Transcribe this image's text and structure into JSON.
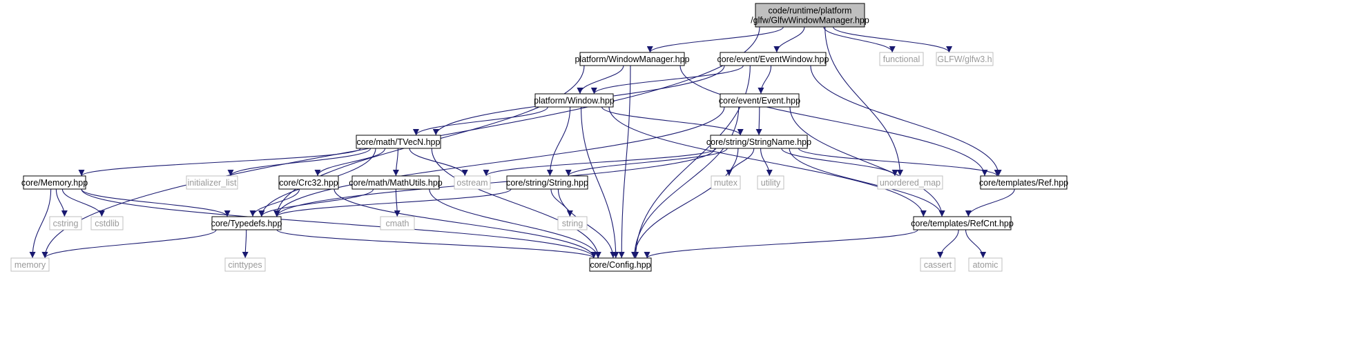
{
  "colors": {
    "edge": "#191970",
    "root_fill": "#bfbfbf",
    "node_border": "#000000",
    "system_border": "#bfbfbf",
    "system_text": "#999999"
  },
  "nodes": [
    {
      "id": "root",
      "lines": [
        "code/runtime/platform",
        "/glfw/GlfwWindowManager.hpp"
      ],
      "kind": "root"
    },
    {
      "id": "wm",
      "lines": [
        "platform/WindowManager.hpp"
      ],
      "kind": "header"
    },
    {
      "id": "ew",
      "lines": [
        "core/event/EventWindow.hpp"
      ],
      "kind": "header"
    },
    {
      "id": "functional",
      "lines": [
        "functional"
      ],
      "kind": "system"
    },
    {
      "id": "glfw3",
      "lines": [
        "GLFW/glfw3.h"
      ],
      "kind": "system"
    },
    {
      "id": "window",
      "lines": [
        "platform/Window.hpp"
      ],
      "kind": "header"
    },
    {
      "id": "event",
      "lines": [
        "core/event/Event.hpp"
      ],
      "kind": "header"
    },
    {
      "id": "tvecn",
      "lines": [
        "core/math/TVecN.hpp"
      ],
      "kind": "header"
    },
    {
      "id": "stringname",
      "lines": [
        "core/string/StringName.hpp"
      ],
      "kind": "header"
    },
    {
      "id": "memoryhpp",
      "lines": [
        "core/Memory.hpp"
      ],
      "kind": "header"
    },
    {
      "id": "initlist",
      "lines": [
        "initializer_list"
      ],
      "kind": "system"
    },
    {
      "id": "crc32",
      "lines": [
        "core/Crc32.hpp"
      ],
      "kind": "header"
    },
    {
      "id": "mathutils",
      "lines": [
        "core/math/MathUtils.hpp"
      ],
      "kind": "header"
    },
    {
      "id": "ostream",
      "lines": [
        "ostream"
      ],
      "kind": "system"
    },
    {
      "id": "string_hpp",
      "lines": [
        "core/string/String.hpp"
      ],
      "kind": "header"
    },
    {
      "id": "mutex",
      "lines": [
        "mutex"
      ],
      "kind": "system"
    },
    {
      "id": "utility",
      "lines": [
        "utility"
      ],
      "kind": "system"
    },
    {
      "id": "unordered_map",
      "lines": [
        "unordered_map"
      ],
      "kind": "system"
    },
    {
      "id": "ref",
      "lines": [
        "core/templates/Ref.hpp"
      ],
      "kind": "header"
    },
    {
      "id": "cstring",
      "lines": [
        "cstring"
      ],
      "kind": "system"
    },
    {
      "id": "cstdlib",
      "lines": [
        "cstdlib"
      ],
      "kind": "system"
    },
    {
      "id": "typedefs",
      "lines": [
        "core/Typedefs.hpp"
      ],
      "kind": "header"
    },
    {
      "id": "cmath",
      "lines": [
        "cmath"
      ],
      "kind": "system"
    },
    {
      "id": "string_std",
      "lines": [
        "string"
      ],
      "kind": "system"
    },
    {
      "id": "refcnt",
      "lines": [
        "core/templates/RefCnt.hpp"
      ],
      "kind": "header"
    },
    {
      "id": "memory_std",
      "lines": [
        "memory"
      ],
      "kind": "system"
    },
    {
      "id": "cinttypes",
      "lines": [
        "cinttypes"
      ],
      "kind": "system"
    },
    {
      "id": "config",
      "lines": [
        "core/Config.hpp"
      ],
      "kind": "header"
    },
    {
      "id": "cassert",
      "lines": [
        "cassert"
      ],
      "kind": "system"
    },
    {
      "id": "atomic",
      "lines": [
        "atomic"
      ],
      "kind": "system"
    }
  ],
  "edges": [
    [
      "root",
      "memory_std"
    ],
    [
      "root",
      "wm"
    ],
    [
      "root",
      "ew"
    ],
    [
      "root",
      "unordered_map"
    ],
    [
      "root",
      "functional"
    ],
    [
      "root",
      "glfw3"
    ],
    [
      "wm",
      "typedefs"
    ],
    [
      "wm",
      "window"
    ],
    [
      "wm",
      "config"
    ],
    [
      "wm",
      "ref"
    ],
    [
      "ew",
      "window"
    ],
    [
      "ew",
      "event"
    ],
    [
      "ew",
      "tvecn"
    ],
    [
      "ew",
      "ref"
    ],
    [
      "ew",
      "config"
    ],
    [
      "window",
      "tvecn"
    ],
    [
      "window",
      "stringname"
    ],
    [
      "window",
      "string_hpp"
    ],
    [
      "window",
      "config"
    ],
    [
      "window",
      "refcnt"
    ],
    [
      "event",
      "typedefs"
    ],
    [
      "event",
      "stringname"
    ],
    [
      "event",
      "config"
    ],
    [
      "event",
      "refcnt"
    ],
    [
      "tvecn",
      "memoryhpp"
    ],
    [
      "tvecn",
      "typedefs"
    ],
    [
      "tvecn",
      "initlist"
    ],
    [
      "tvecn",
      "crc32"
    ],
    [
      "tvecn",
      "mathutils"
    ],
    [
      "tvecn",
      "ostream"
    ],
    [
      "tvecn",
      "config"
    ],
    [
      "stringname",
      "typedefs"
    ],
    [
      "stringname",
      "ostream"
    ],
    [
      "stringname",
      "string_hpp"
    ],
    [
      "stringname",
      "mutex"
    ],
    [
      "stringname",
      "utility"
    ],
    [
      "stringname",
      "unordered_map"
    ],
    [
      "stringname",
      "ref"
    ],
    [
      "stringname",
      "refcnt"
    ],
    [
      "stringname",
      "config"
    ],
    [
      "memoryhpp",
      "cstring"
    ],
    [
      "memoryhpp",
      "cstdlib"
    ],
    [
      "memoryhpp",
      "memory_std"
    ],
    [
      "memoryhpp",
      "typedefs"
    ],
    [
      "memoryhpp",
      "config"
    ],
    [
      "crc32",
      "typedefs"
    ],
    [
      "crc32",
      "config"
    ],
    [
      "mathutils",
      "cmath"
    ],
    [
      "mathutils",
      "typedefs"
    ],
    [
      "mathutils",
      "config"
    ],
    [
      "string_hpp",
      "string_std"
    ],
    [
      "string_hpp",
      "typedefs"
    ],
    [
      "string_hpp",
      "config"
    ],
    [
      "ref",
      "refcnt"
    ],
    [
      "typedefs",
      "memory_std"
    ],
    [
      "typedefs",
      "cinttypes"
    ],
    [
      "typedefs",
      "config"
    ],
    [
      "refcnt",
      "cassert"
    ],
    [
      "refcnt",
      "atomic"
    ],
    [
      "refcnt",
      "config"
    ]
  ]
}
